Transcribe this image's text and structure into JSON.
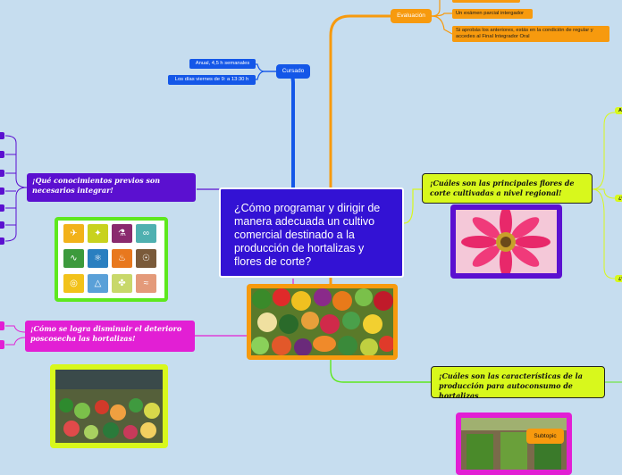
{
  "central": {
    "title": "¿Cómo programar y dirigir de manera adecuada un cultivo comercial destinado a la producción de hortalizas y flores de corte?"
  },
  "evaluacion": {
    "label": "Evaluación",
    "items": [
      "Un exámen parcial intergador",
      "Si aprobás los anteriores, estás en la condición de regular y accedes al Final Integrador  Oral"
    ]
  },
  "cursado": {
    "label": "Cursado",
    "items": [
      "Anual, 4,5 h semanales",
      "Los días viernes de 9: a 13:30 h"
    ]
  },
  "conocimientos": {
    "label": "¡Qué conocimientos previos son necesarios integrar!"
  },
  "deterioro": {
    "label": "¡Cómo se logra disminuir el deterioro poscosecha las hortalizas!"
  },
  "flores": {
    "label": "¡Cuáles son las principales flores de corte cultivadas a nivel regional!"
  },
  "autoconsumo": {
    "label": "¡Cuáles son las características de la producción para autoconsumo de hortalizas",
    "subtopic": "Subtopic"
  },
  "right_edge_labels": [
    "A",
    "¿C",
    "¿C"
  ],
  "colors": {
    "background": "#c6ddef",
    "central": "#3312d4",
    "orange": "#f79a0e",
    "blue": "#1457e8",
    "purple": "#5b10d0",
    "magenta": "#e21fd4",
    "lime": "#d8f81c",
    "green": "#5ee81e"
  }
}
